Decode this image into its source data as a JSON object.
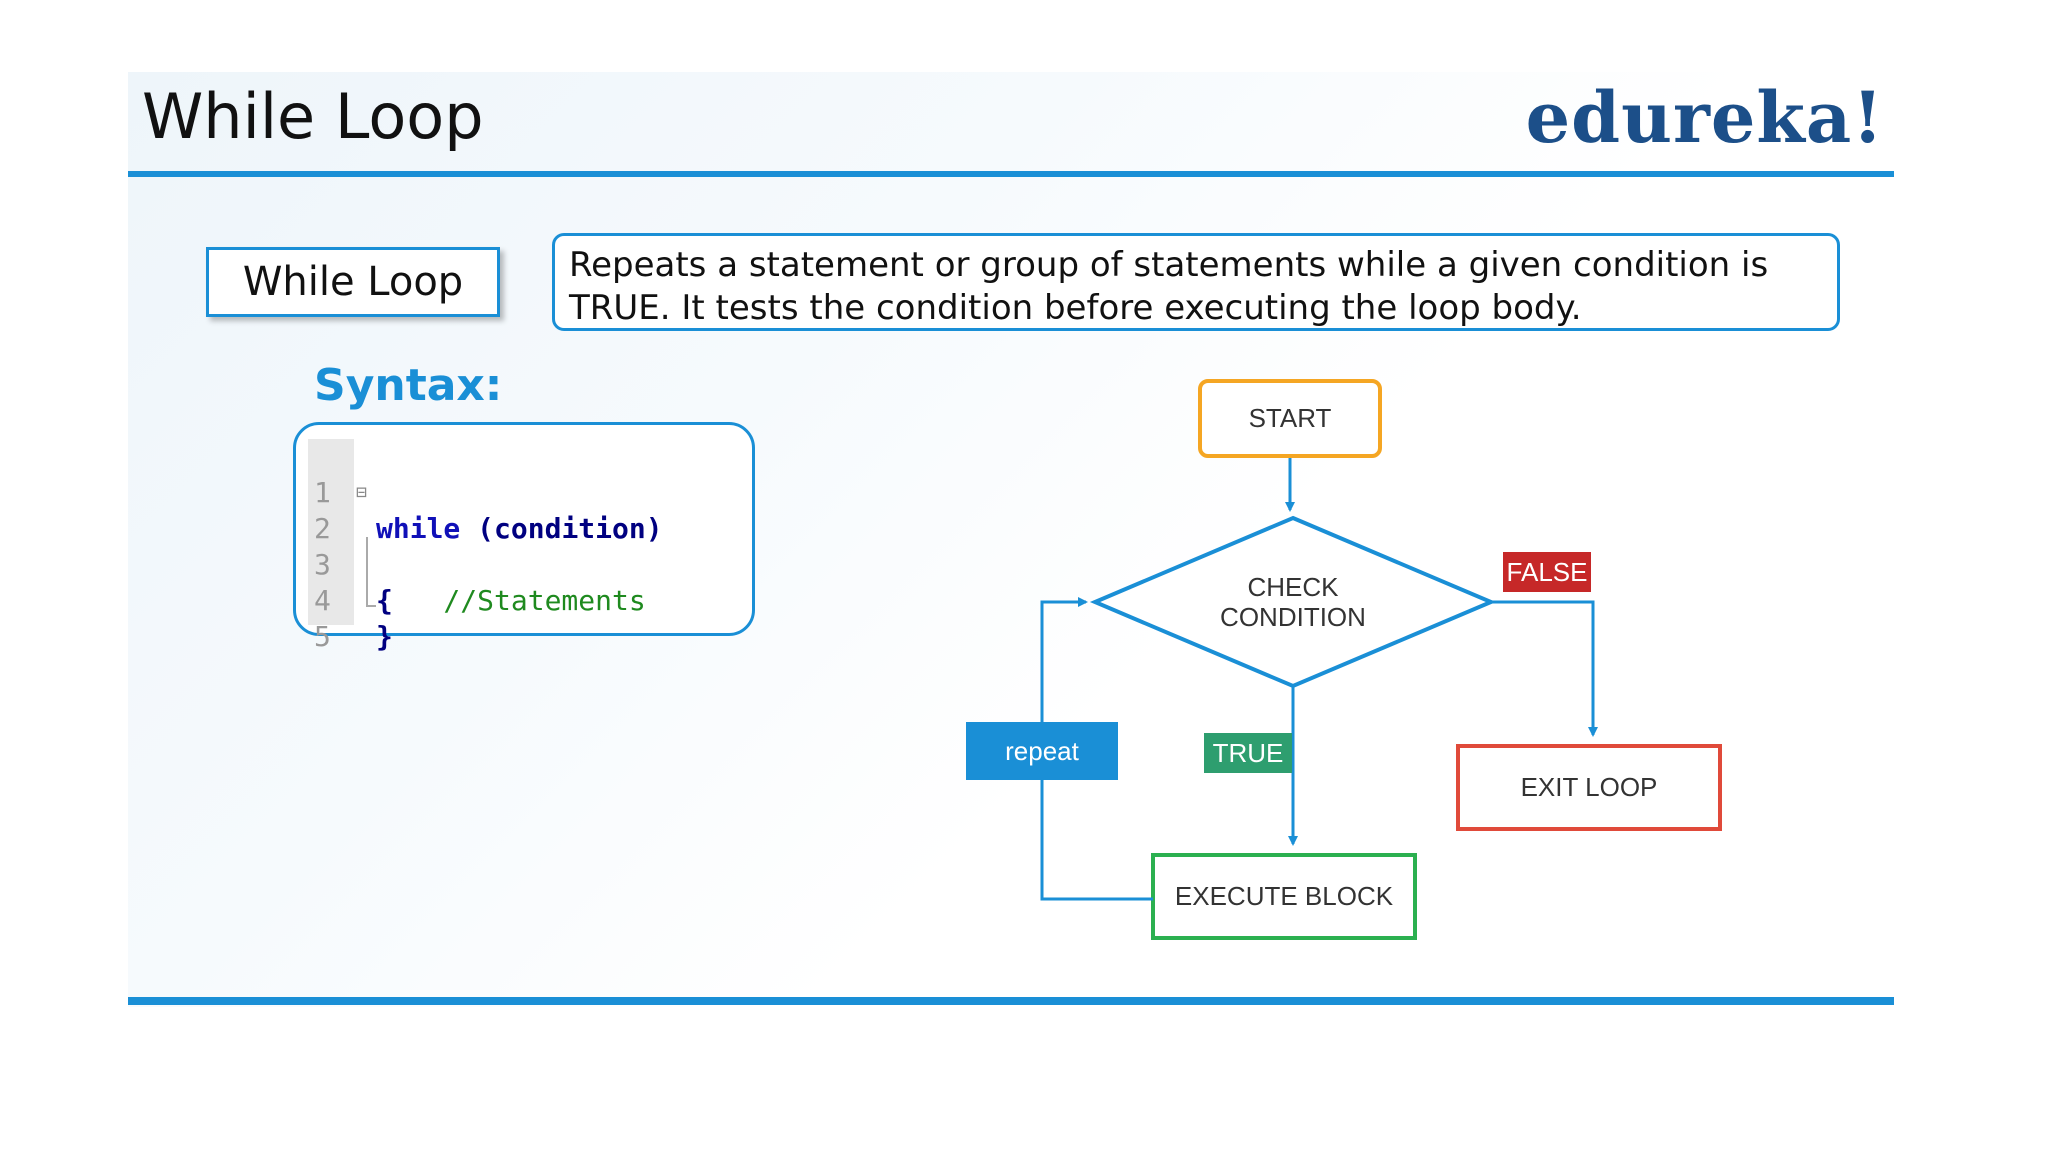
{
  "slide": {
    "title": "While Loop",
    "logo_text": "edureka!"
  },
  "term": {
    "label": "While Loop"
  },
  "definition": {
    "text": "Repeats a statement or group of statements while a given condition is TRUE. It tests the condition before executing the loop body."
  },
  "syntax": {
    "label": "Syntax:",
    "lines": [
      {
        "number": "1",
        "keyword": "while",
        "rest": "(condition)",
        "text": ""
      },
      {
        "number": "2",
        "text": "{"
      },
      {
        "number": "3",
        "text": "    //Statements"
      },
      {
        "number": "4",
        "text": "}"
      },
      {
        "number": "5",
        "text": ""
      }
    ]
  },
  "flowchart": {
    "start": "START",
    "condition_line1": "CHECK",
    "condition_line2": "CONDITION",
    "false_label": "FALSE",
    "true_label": "TRUE",
    "repeat_label": "repeat",
    "execute": "EXECUTE BLOCK",
    "exit": "EXIT LOOP"
  },
  "colors": {
    "accent_blue": "#1a8fd6",
    "start_orange": "#f5a623",
    "false_red": "#c62828",
    "exit_red": "#e04a3a",
    "true_green": "#2e9e6f",
    "execute_green": "#2bb050",
    "logo_navy": "#1c4f89"
  }
}
